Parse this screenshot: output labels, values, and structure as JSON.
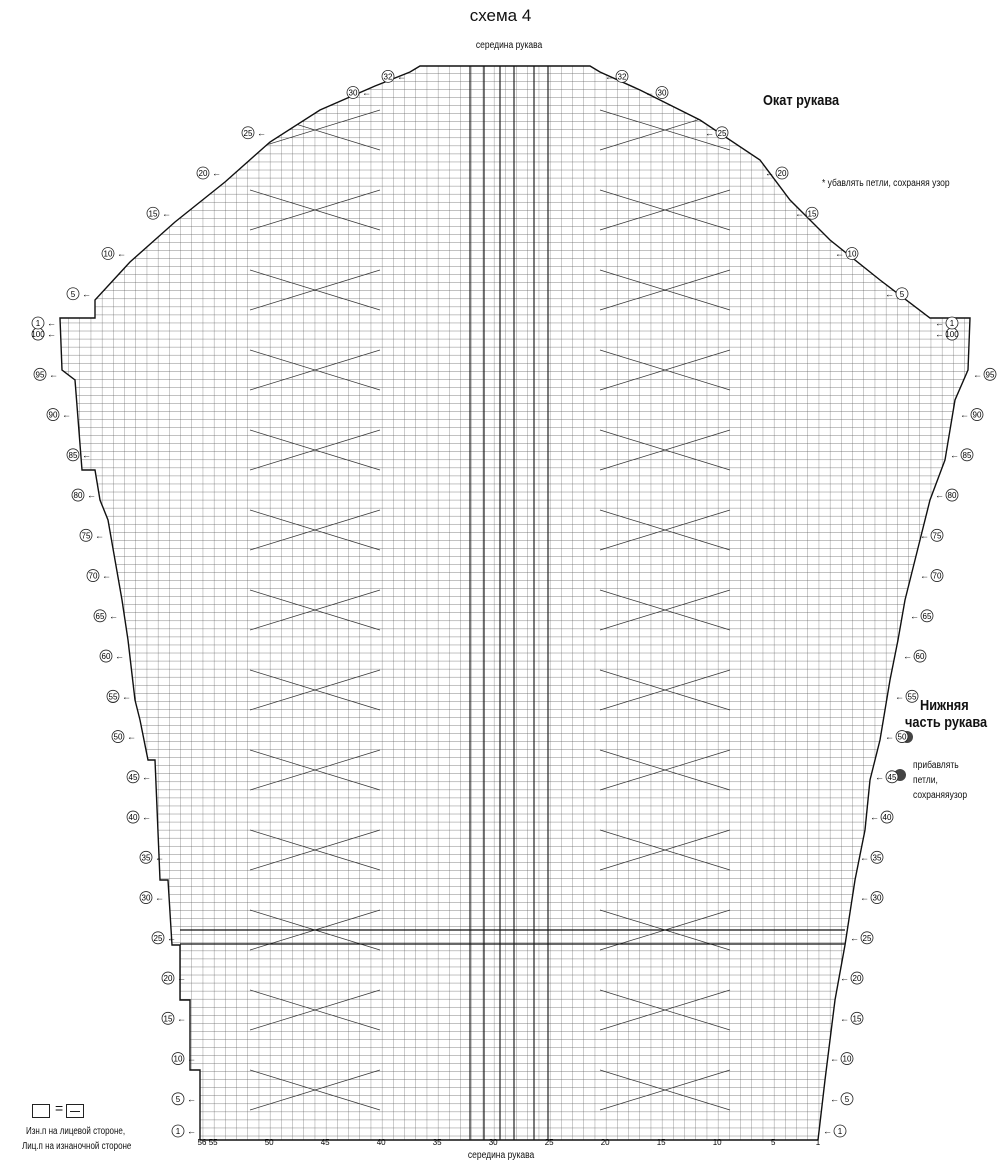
{
  "title": "схема 4",
  "top_center_label": "середина рукава",
  "bottom_center_label": "середина рукава",
  "cap_heading": "Окат рукава",
  "cap_note": "* убавлять петли, сохраняя узор",
  "lower_heading_line1": "Нижняя",
  "lower_heading_line2": "часть рукава",
  "increase_note_lines": [
    "прибавлять",
    "петли,",
    "сохраняяузор"
  ],
  "legend": {
    "symbol_eq": "=",
    "line1": "Изн.п на лицевой стороне,",
    "line2": "Лиц.п на изнаночной стороне"
  },
  "lower_rows": [
    "1",
    "5",
    "10",
    "15",
    "20",
    "25",
    "30",
    "35",
    "40",
    "45",
    "50",
    "55",
    "60",
    "65",
    "70",
    "75",
    "80",
    "85",
    "90",
    "95",
    "100"
  ],
  "cap_rows": [
    "1",
    "5",
    "10",
    "15",
    "20",
    "25",
    "30",
    "32"
  ],
  "column_numbers": [
    "56",
    "55",
    "50",
    "45",
    "40",
    "35",
    "30",
    "25",
    "20",
    "15",
    "10",
    "5",
    "1"
  ]
}
